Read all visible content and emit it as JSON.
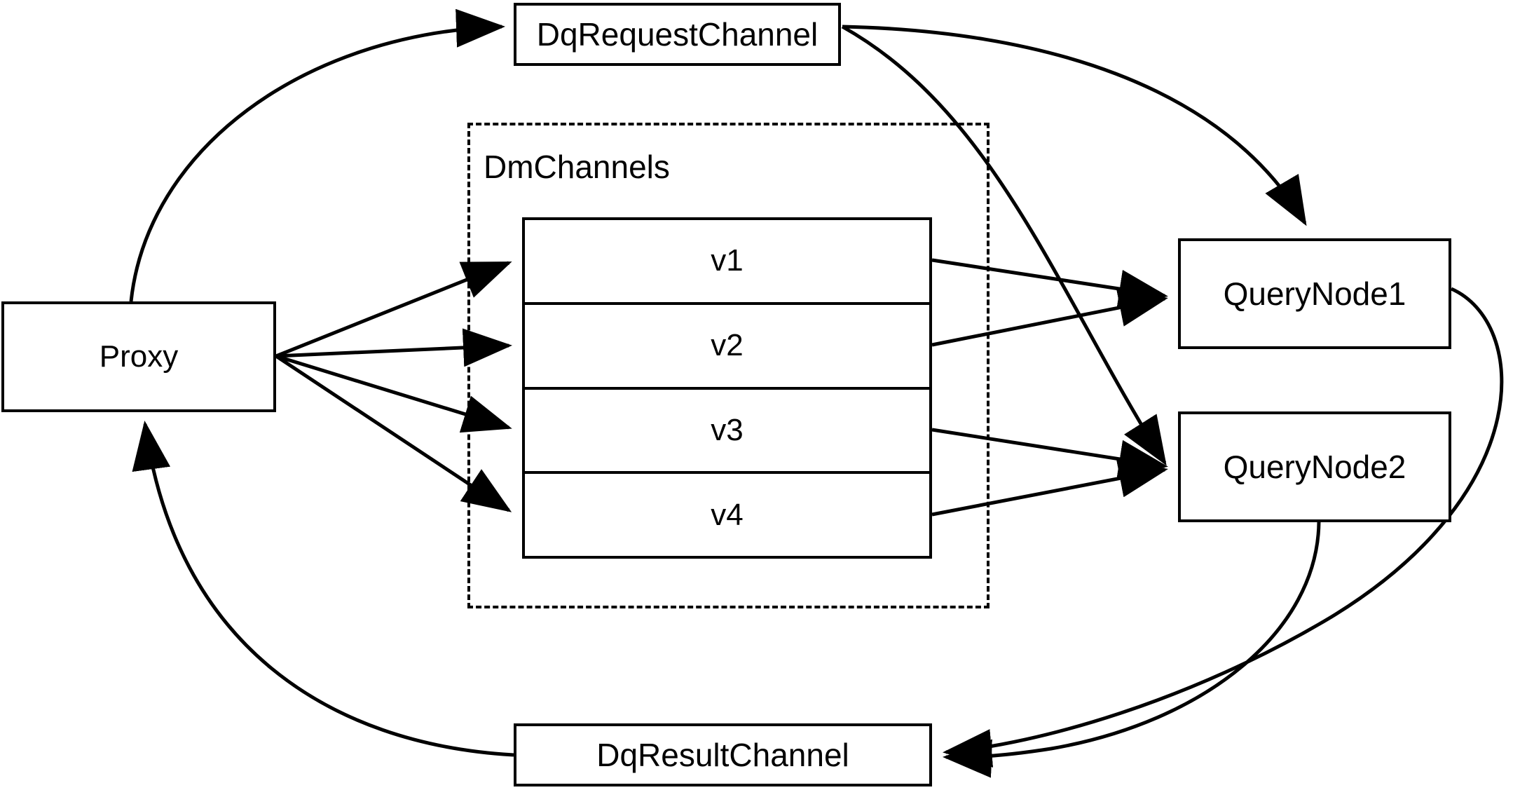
{
  "diagram": {
    "title": "Milvus distributed query channel flow",
    "background": "#ffffff",
    "stroke": "#000000",
    "nodes": {
      "proxy": {
        "label": "Proxy"
      },
      "dq_request_channel": {
        "label": "DqRequestChannel"
      },
      "dq_result_channel": {
        "label": "DqResultChannel"
      },
      "query_node_1": {
        "label": "QueryNode1"
      },
      "query_node_2": {
        "label": "QueryNode2"
      }
    },
    "group": {
      "label": "DmChannels",
      "style": "dashed",
      "channels": [
        {
          "label": "v1"
        },
        {
          "label": "v2"
        },
        {
          "label": "v3"
        },
        {
          "label": "v4"
        }
      ]
    },
    "edges": [
      {
        "from": "Proxy",
        "to": "DqRequestChannel",
        "style": "curved",
        "arrow": true
      },
      {
        "from": "Proxy",
        "to": "v1",
        "style": "straight",
        "arrow": true
      },
      {
        "from": "Proxy",
        "to": "v2",
        "style": "straight",
        "arrow": true
      },
      {
        "from": "Proxy",
        "to": "v3",
        "style": "straight",
        "arrow": true
      },
      {
        "from": "Proxy",
        "to": "v4",
        "style": "straight",
        "arrow": true
      },
      {
        "from": "v1",
        "to": "QueryNode1",
        "style": "straight",
        "arrow": true
      },
      {
        "from": "v2",
        "to": "QueryNode1",
        "style": "straight",
        "arrow": true
      },
      {
        "from": "v3",
        "to": "QueryNode2",
        "style": "straight",
        "arrow": true
      },
      {
        "from": "v4",
        "to": "QueryNode2",
        "style": "straight",
        "arrow": true
      },
      {
        "from": "DqRequestChannel",
        "to": "QueryNode1",
        "style": "curved",
        "arrow": true
      },
      {
        "from": "DqRequestChannel",
        "to": "QueryNode2",
        "style": "curved",
        "arrow": true
      },
      {
        "from": "QueryNode1",
        "to": "DqResultChannel",
        "style": "curved",
        "arrow": true
      },
      {
        "from": "QueryNode2",
        "to": "DqResultChannel",
        "style": "curved",
        "arrow": true
      },
      {
        "from": "DqResultChannel",
        "to": "Proxy",
        "style": "curved",
        "arrow": true
      }
    ]
  }
}
